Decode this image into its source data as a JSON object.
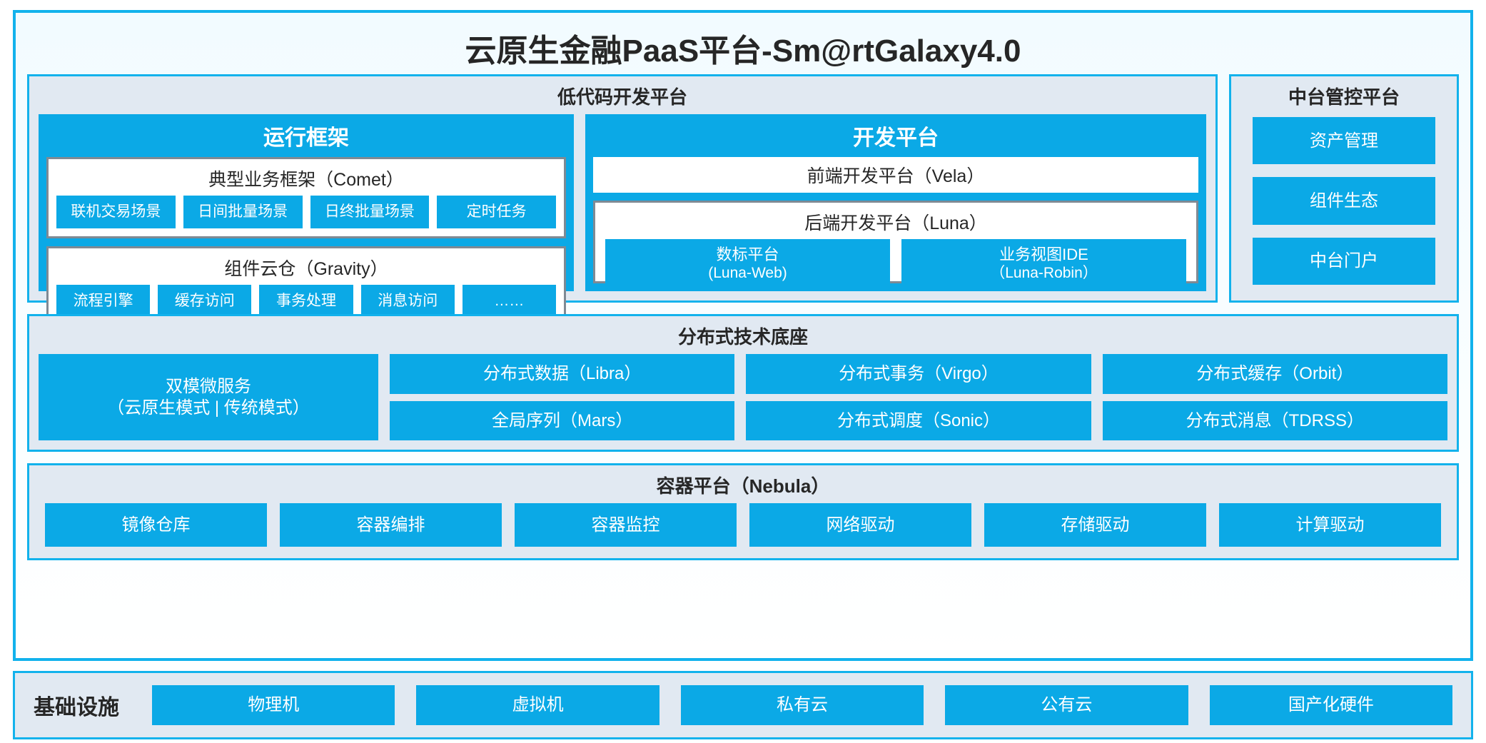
{
  "title": "云原生金融PaaS平台-Sm@rtGalaxy4.0",
  "colors": {
    "accent_border": "#12B2EC",
    "block_blue": "#0BA9E6",
    "panel_bg": "#E1E9F2",
    "card_border": "#7F8A94",
    "text": "#262626"
  },
  "lowcode": {
    "title": "低代码开发平台",
    "runtime": {
      "title": "运行框架",
      "comet": {
        "title": "典型业务框架（Comet）",
        "items": [
          "联机交易场景",
          "日间批量场景",
          "日终批量场景",
          "定时任务"
        ]
      },
      "gravity": {
        "title": "组件云仓（Gravity）",
        "items": [
          "流程引擎",
          "缓存访问",
          "事务处理",
          "消息访问",
          "……"
        ]
      }
    },
    "dev": {
      "title": "开发平台",
      "vela": "前端开发平台（Vela）",
      "luna": {
        "title": "后端开发平台（Luna）",
        "items": [
          {
            "name": "数标平台",
            "code": "(Luna-Web)"
          },
          {
            "name": "业务视图IDE",
            "code": "（Luna-Robin）"
          }
        ]
      }
    }
  },
  "midplatform": {
    "title": "中台管控平台",
    "items": [
      "资产管理",
      "组件生态",
      "中台门户"
    ]
  },
  "distributed": {
    "title": "分布式技术底座",
    "wide": {
      "line1": "双模微服务",
      "line2": "（云原生模式 | 传统模式）"
    },
    "groups": [
      [
        "分布式数据（Libra）",
        "全局序列（Mars）"
      ],
      [
        "分布式事务（Virgo）",
        "分布式调度（Sonic）"
      ],
      [
        "分布式缓存（Orbit）",
        "分布式消息（TDRSS）"
      ]
    ]
  },
  "container": {
    "title": "容器平台（Nebula）",
    "items": [
      "镜像仓库",
      "容器编排",
      "容器监控",
      "网络驱动",
      "存储驱动",
      "计算驱动"
    ]
  },
  "infrastructure": {
    "label": "基础设施",
    "items": [
      "物理机",
      "虚拟机",
      "私有云",
      "公有云",
      "国产化硬件"
    ]
  }
}
